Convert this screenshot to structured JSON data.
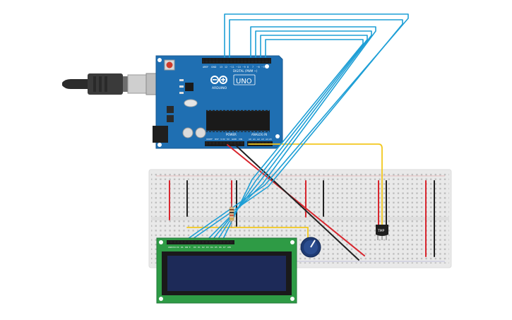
{
  "arduino": {
    "brand": "ARDUINO",
    "model": "UNO",
    "digital_label": "DIGITAL (PWM ~)",
    "power_label": "POWER",
    "analog_label": "ANALOG IN",
    "board_color": "#1f6fb2"
  },
  "sensor": {
    "label": "TMP"
  },
  "colors": {
    "wire_blue": "#1e9fd6",
    "wire_yellow": "#f2c81e",
    "wire_red": "#d8262e",
    "wire_black": "#222222",
    "breadboard": "#e9e9e9",
    "lcd_pcb": "#2e9b45",
    "lcd_screen": "#1d2a58"
  },
  "icons": [
    "usb-cable-icon",
    "potentiometer-icon",
    "resistor-icon",
    "temperature-sensor-icon",
    "lcd-display-icon"
  ]
}
